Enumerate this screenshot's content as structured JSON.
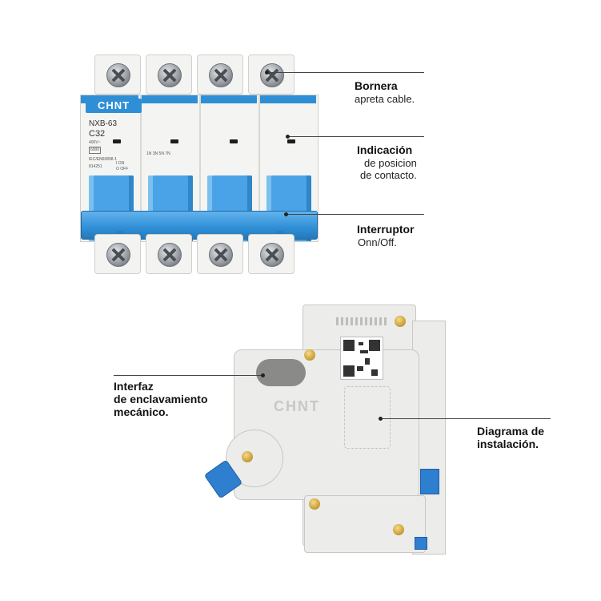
{
  "front_view": {
    "brand": "CHNT",
    "model": "NXB-63",
    "rating": "C32",
    "voltage": "400V~",
    "capacity": "6000",
    "standard": "IEC/EN60898-1",
    "code": "814251",
    "switch_legend": "I ON\nO OFF",
    "terminal_codes": "1N 3N 5N 7N",
    "callouts": [
      {
        "bold": "Bornera",
        "normal": "apreta cable."
      },
      {
        "bold": "Indicación",
        "normal": "de posicion\nde contacto."
      },
      {
        "bold": "Interruptor",
        "normal": "Onn/Off."
      }
    ]
  },
  "side_view": {
    "brand": "CHNT",
    "callouts": [
      {
        "bold": "Interfaz\nde enclavamiento\nmecánico."
      },
      {
        "bold": "Diagrama de\ninstalación."
      }
    ]
  },
  "colors": {
    "accent_blue": "#2f8fd6",
    "body_white": "#f4f4f2",
    "screw_gold": "#c59a30"
  }
}
